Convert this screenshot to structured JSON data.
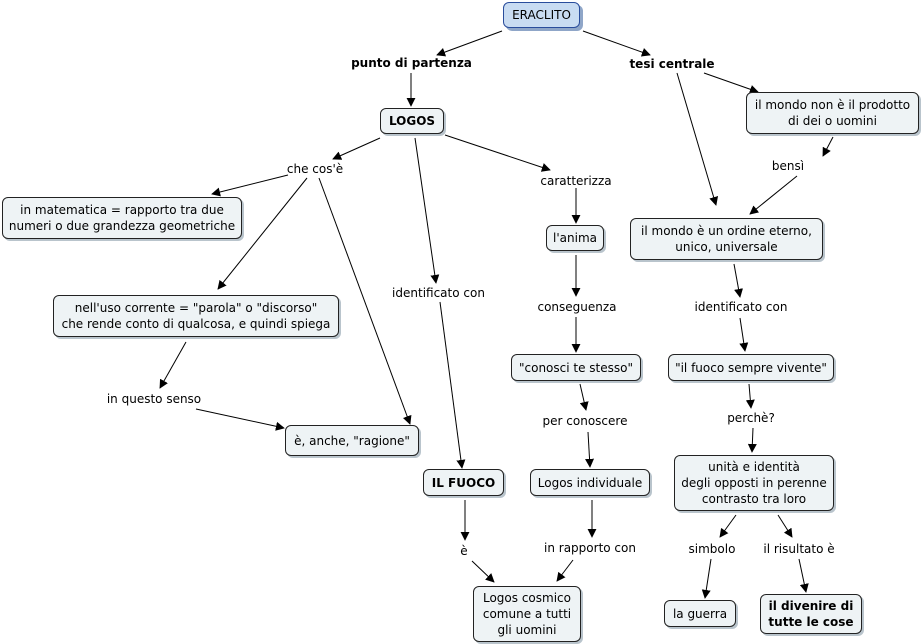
{
  "concepts": {
    "root": "ERACLITO",
    "logos": "LOGOS",
    "math": "in matematica = rapporto tra due\nnumeri o due grandezza geometriche",
    "uso": "nell'uso corrente = \"parola\" o \"discorso\"\nche rende conto di qualcosa, e quindi spiega",
    "ragione": "è, anche, \"ragione\"",
    "fuoco": "IL FUOCO",
    "anima": "l'anima",
    "conosci": "\"conosci te stesso\"",
    "individuale": "Logos individuale",
    "cosmico": "Logos cosmico\ncomune a tutti\ngli uomini",
    "prodotto": "il mondo non è il prodotto\ndi dei o uomini",
    "ordine": "il mondo è un ordine eterno,\nunico, universale",
    "fuoco_vivente": "\"il fuoco sempre vivente\"",
    "unita": "unità e identità\ndegli opposti in perenne\ncontrasto tra loro",
    "guerra": "la guerra",
    "divenire": "il divenire di\ntutte le cose"
  },
  "linking_phrases": {
    "partenza": "punto di partenza",
    "tesi": "tesi centrale",
    "checose": "che cos'è",
    "identificato1": "identificato con",
    "caratterizza": "caratterizza",
    "insenso": "in questo senso",
    "conseguenza": "conseguenza",
    "perconoscere": "per conoscere",
    "e": "è",
    "inrapporto": "in rapporto con",
    "bensi": "bensì",
    "identificato2": "identificato con",
    "perche": "perchè?",
    "simbolo": "simbolo",
    "risultato": "il risultato è"
  }
}
